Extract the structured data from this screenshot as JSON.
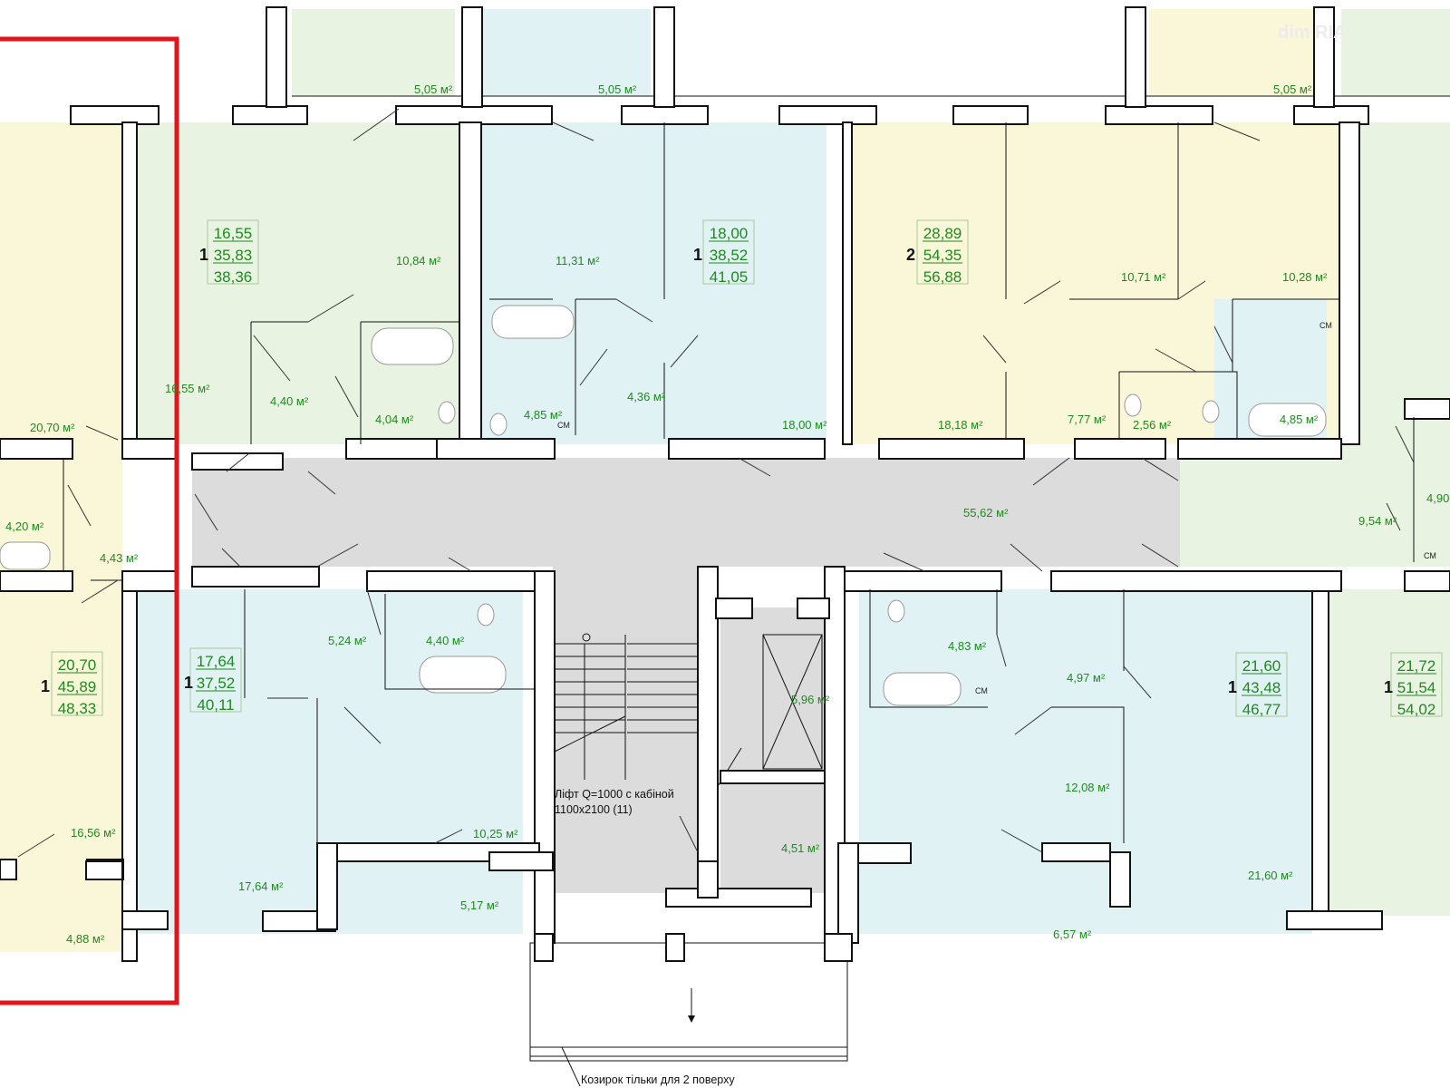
{
  "watermark": "dim RIA",
  "colors": {
    "yellow": "#faf6d8",
    "green": "#e9f3e1",
    "blue": "#e1f2f5",
    "corridor": "#dcdcdc",
    "highlight": "#e4141b",
    "area_text": "#1f8a1f"
  },
  "apartments": [
    {
      "rooms": "1",
      "living": "20,70",
      "total": "45,89",
      "full": "48,33",
      "color": "yellow"
    },
    {
      "rooms": "1",
      "living": "16,55",
      "total": "35,83",
      "full": "38,36",
      "color": "green"
    },
    {
      "rooms": "1",
      "living": "18,00",
      "total": "38,52",
      "full": "41,05",
      "color": "blue"
    },
    {
      "rooms": "2",
      "living": "28,89",
      "total": "54,35",
      "full": "56,88",
      "color": "yellow"
    },
    {
      "rooms": "1",
      "living": "17,64",
      "total": "37,52",
      "full": "40,11",
      "color": "blue"
    },
    {
      "rooms": "1",
      "living": "21,60",
      "total": "43,48",
      "full": "46,77",
      "color": "blue"
    },
    {
      "rooms": "1",
      "living": "21,72",
      "total": "51,54",
      "full": "54,02",
      "color": "green"
    }
  ],
  "room_areas": [
    "5,05 м²",
    "5,05 м²",
    "5,05 м²",
    "10,84 м²",
    "11,31 м²",
    "10,71 м²",
    "10,28 м²",
    "16,55 м²",
    "4,40 м²",
    "4,04 м²",
    "4,85 м²",
    "4,36 м²",
    "18,00 м²",
    "18,18 м²",
    "7,77 м²",
    "2,56 м²",
    "4,85 м²",
    "20,70 м²",
    "4,20 м²",
    "4,43 м²",
    "55,62 м²",
    "9,54 м²",
    "4,90",
    "5,24 м²",
    "4,40 м²",
    "4,83 м²",
    "4,97 м²",
    "5,96 м²",
    "12,08 м²",
    "10,25 м²",
    "16,56 м²",
    "4,51 м²",
    "17,64 м²",
    "21,60 м²",
    "5,17 м²",
    "6,57 м²",
    "4,88 м²"
  ],
  "labels": {
    "lift_line1": "Ліфт Q=1000 с кабіной",
    "lift_line2": "1100х2100  (11)",
    "canopy": "Козирок тільки для 2 поверху",
    "washer": "СМ"
  }
}
